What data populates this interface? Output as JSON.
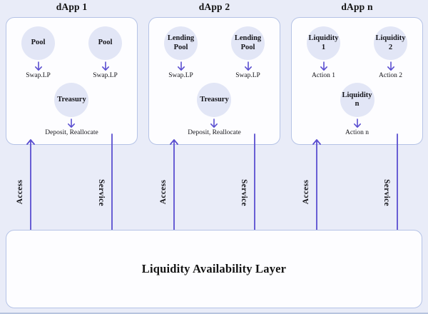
{
  "colors": {
    "page_background": "#e9ecf8",
    "panel_fill": "#fdfdff",
    "panel_border": "#b5c3e6",
    "circle_fill": "#e2e6f6",
    "arrow_accent": "#5a4ed0",
    "text": "#121212"
  },
  "dapps": [
    {
      "title": "dApp 1",
      "top_nodes": [
        {
          "label": "Pool",
          "sublabel": "Swap.LP"
        },
        {
          "label": "Pool",
          "sublabel": "Swap.LP"
        }
      ],
      "center_node": {
        "label": "Treasury",
        "sublabel": "Deposit, Reallocate"
      }
    },
    {
      "title": "dApp 2",
      "top_nodes": [
        {
          "label": "Lending Pool",
          "sublabel": "Swap.LP"
        },
        {
          "label": "Lending Pool",
          "sublabel": "Swap.LP"
        }
      ],
      "center_node": {
        "label": "Treasury",
        "sublabel": "Deposit, Reallocate"
      }
    },
    {
      "title": "dApp n",
      "top_nodes": [
        {
          "label": "Liquidity 1",
          "sublabel": "Action 1"
        },
        {
          "label": "Liquidity 2",
          "sublabel": "Action 2"
        }
      ],
      "center_node": {
        "label": "Liquidity n",
        "sublabel": "Action n"
      }
    }
  ],
  "connectors": {
    "access_label": "Access",
    "service_label": "Service"
  },
  "bottom_layer": {
    "label": "Liquidity Availability Layer"
  }
}
